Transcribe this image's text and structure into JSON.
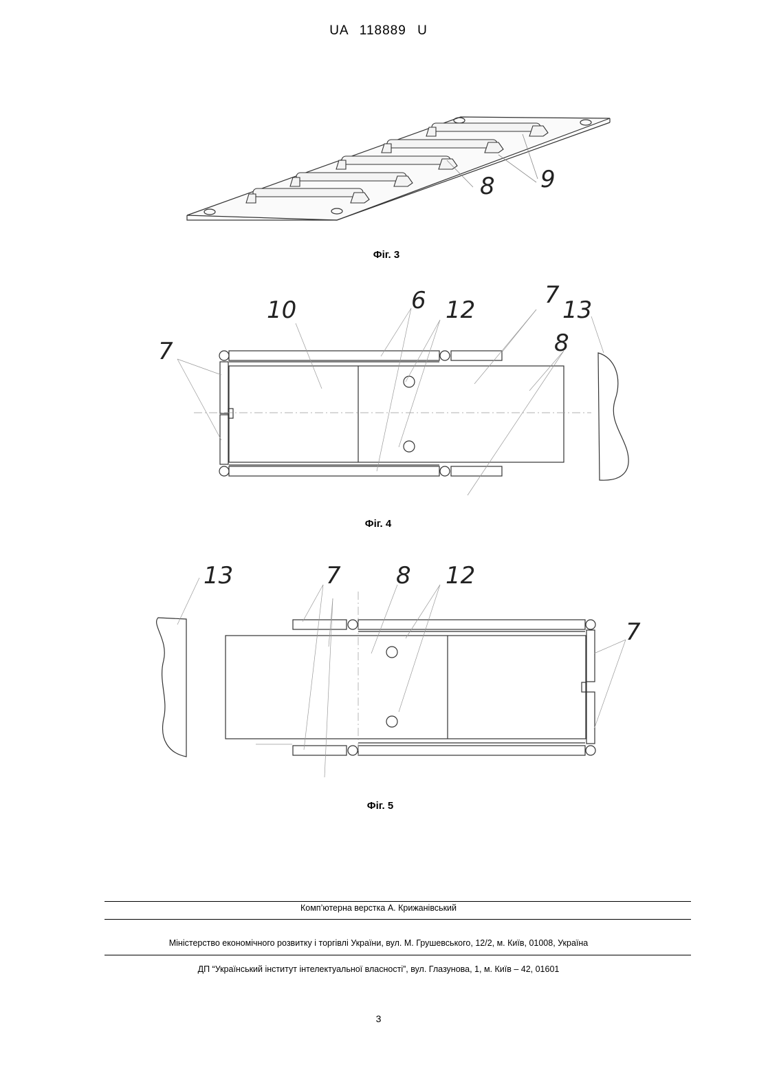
{
  "header": {
    "doc_id": "UA   118889   U"
  },
  "figures": {
    "fig3": {
      "caption": "Фіг. 3",
      "labels": [
        "8",
        "9"
      ]
    },
    "fig4": {
      "caption": "Фіг. 4",
      "labels": [
        "10",
        "6",
        "12",
        "7",
        "13",
        "7",
        "8"
      ]
    },
    "fig5": {
      "caption": "Фіг. 5",
      "labels": [
        "13",
        "7",
        "8",
        "12",
        "7"
      ]
    }
  },
  "footer": {
    "typesetting": "Комп’ютерна верстка А. Крижанівський",
    "ministry": "Міністерство економічного розвитку і торгівлі України, вул. М. Грушевського, 12/2, м. Київ, 01008, Україна",
    "institute": "ДП “Український інститут інтелектуальної власності”, вул. Глазунова, 1, м. Київ – 42, 01601",
    "page_number": "3"
  }
}
